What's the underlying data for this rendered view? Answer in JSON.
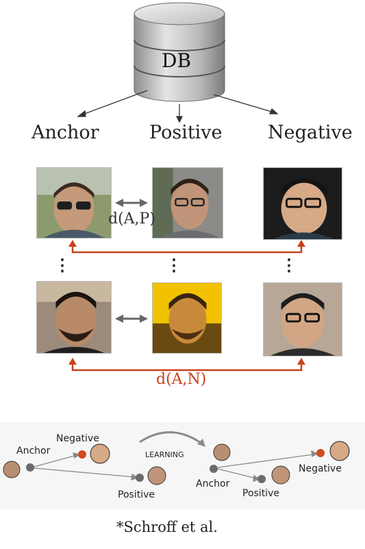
{
  "database": {
    "label": "DB"
  },
  "columns": {
    "anchor": "Anchor",
    "positive": "Positive",
    "negative": "Negative"
  },
  "distances": {
    "anchor_positive": "d(A,P)",
    "anchor_negative": "d(A,N)"
  },
  "ellipsis": "⋮",
  "learning_diagram": {
    "before": {
      "negative": "Negative",
      "anchor": "Anchor",
      "positive": "Positive"
    },
    "learning": "LEARNING",
    "after": {
      "anchor": "Anchor",
      "positive": "Positive",
      "negative": "Negative"
    }
  },
  "citation": "*Schroff et al.",
  "colors": {
    "accent": "#c8401a",
    "arrow": "#444444",
    "db_fill": "#c9c9c9"
  }
}
